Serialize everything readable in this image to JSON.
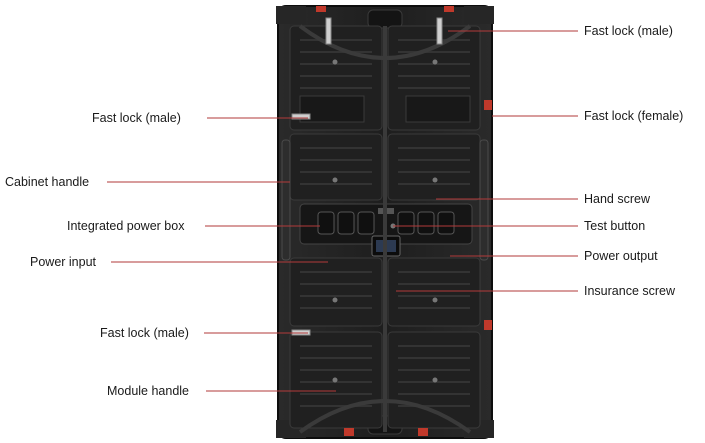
{
  "labels": {
    "fast_lock_male_top_right": "Fast lock (male)",
    "fast_lock_male_upper_left": "Fast lock (male)",
    "fast_lock_female": "Fast lock (female)",
    "cabinet_handle": "Cabinet handle",
    "hand_screw": "Hand screw",
    "integrated_power_box": "Integrated power box",
    "test_button": "Test button",
    "power_input": "Power input",
    "power_output": "Power output",
    "insurance_screw": "Insurance screw",
    "fast_lock_male_lower_left": "Fast lock (male)",
    "module_handle": "Module handle"
  },
  "colors": {
    "cabinet": "#1c1c1c",
    "cabinet_edge": "#3a3a3a",
    "leader_line": "#b23a3a",
    "latch_red": "#c0392b"
  }
}
